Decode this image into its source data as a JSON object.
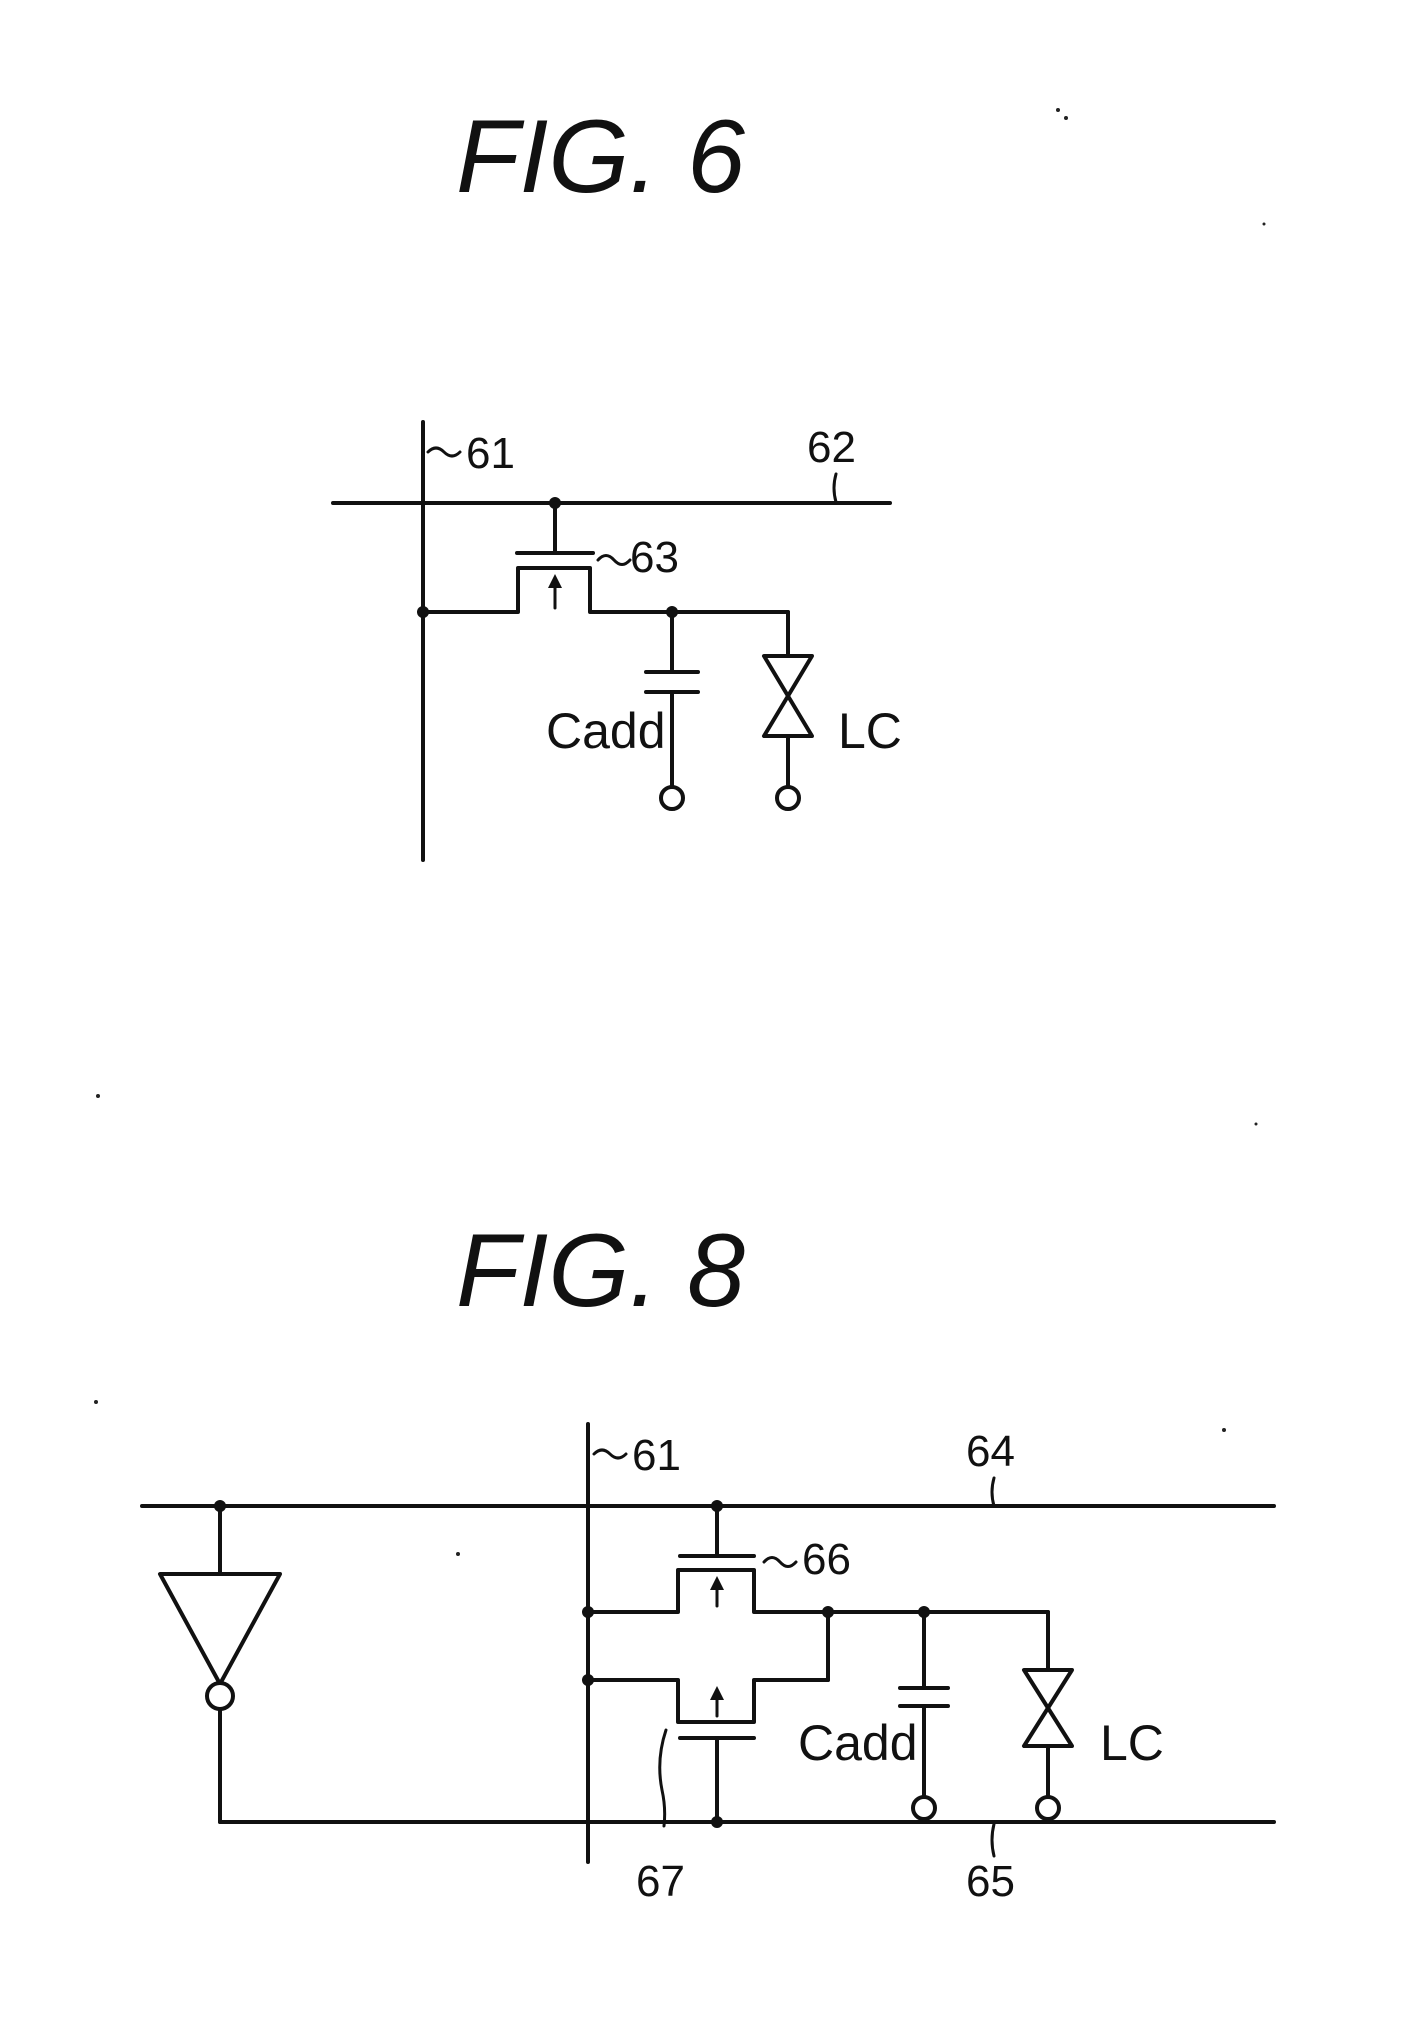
{
  "figures": [
    {
      "title": "FIG. 6",
      "labels": {
        "signal_line": "61",
        "scan_line": "62",
        "transistor": "63",
        "capacitor": "Cadd",
        "liquid_crystal": "LC"
      }
    },
    {
      "title": "FIG. 8",
      "labels": {
        "signal_line": "61",
        "first_scan_line": "64",
        "transistor_a": "66",
        "transistor_b": "67",
        "second_scan_line": "65",
        "capacitor": "Cadd",
        "liquid_crystal": "LC"
      }
    }
  ]
}
